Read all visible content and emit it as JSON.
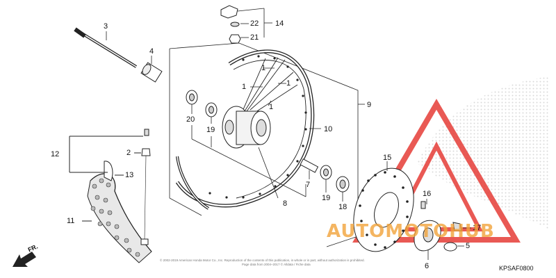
{
  "diagram": {
    "code": "KPSAF0800",
    "direction_label": "FR.",
    "copyright_line1": "© 2002-2019 American Honda Motor Co., Inc. Reproduction of the contents of this publication, in whole or in part, without authorization is prohibited.",
    "copyright_line2": "Page data from 2004–2017 © Alldata / Fiche data",
    "watermark": {
      "text": "AUTOMOTOHUB",
      "colors": {
        "triangle": "#e53c36",
        "text": "#f2a33a",
        "hub": "#333333"
      }
    },
    "callouts": [
      {
        "id": "c3",
        "label": "3"
      },
      {
        "id": "c4",
        "label": "4"
      },
      {
        "id": "c22",
        "label": "22"
      },
      {
        "id": "c21",
        "label": "21"
      },
      {
        "id": "c14",
        "label": "14"
      },
      {
        "id": "c1a",
        "label": "1"
      },
      {
        "id": "c1b",
        "label": "1"
      },
      {
        "id": "c1c",
        "label": "1"
      },
      {
        "id": "c1d",
        "label": "1"
      },
      {
        "id": "c9",
        "label": "9"
      },
      {
        "id": "c20",
        "label": "20"
      },
      {
        "id": "c19a",
        "label": "19"
      },
      {
        "id": "c10",
        "label": "10"
      },
      {
        "id": "c12",
        "label": "12"
      },
      {
        "id": "c2",
        "label": "2"
      },
      {
        "id": "c13",
        "label": "13"
      },
      {
        "id": "c7",
        "label": "7"
      },
      {
        "id": "c8",
        "label": "8"
      },
      {
        "id": "c19b",
        "label": "19"
      },
      {
        "id": "c18",
        "label": "18"
      },
      {
        "id": "c15",
        "label": "15"
      },
      {
        "id": "c16",
        "label": "16"
      },
      {
        "id": "c17",
        "label": "17"
      },
      {
        "id": "c5",
        "label": "5"
      },
      {
        "id": "c6",
        "label": "6"
      },
      {
        "id": "c11",
        "label": "11"
      }
    ]
  }
}
